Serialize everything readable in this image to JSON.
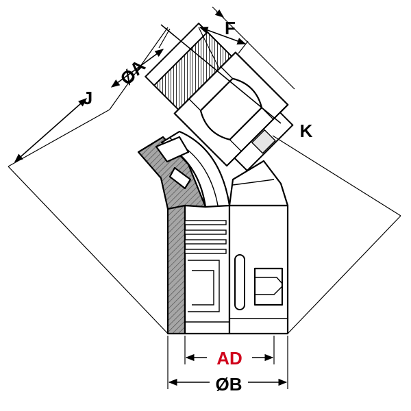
{
  "labels": {
    "dim_a": "ØA",
    "dim_f": "F",
    "dim_j": "J",
    "dim_k": "K",
    "dim_ad": "AD",
    "dim_b": "ØB"
  },
  "colors": {
    "ink": "#000000",
    "highlight": "#d0021b",
    "hatch_fill": "#9a9a9a",
    "body_fill": "#ffffff",
    "shade_fill": "#d9d9d9"
  }
}
